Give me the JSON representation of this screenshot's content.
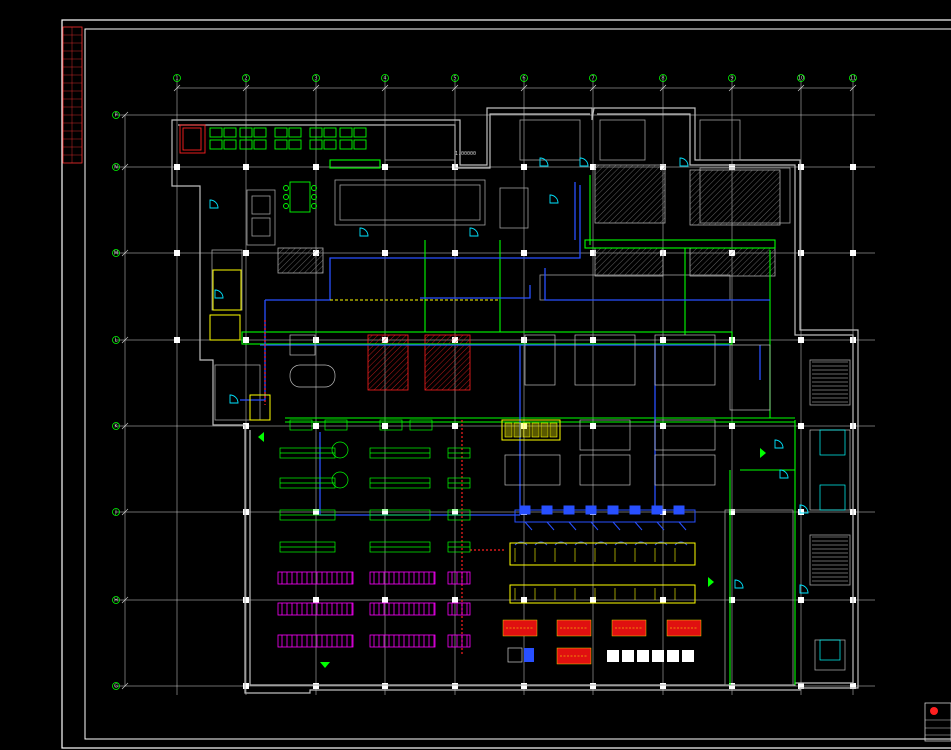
{
  "drawing": {
    "elevation_label": "1.00000",
    "axis_letters": [
      "P",
      "N",
      "M",
      "L",
      "K",
      "J",
      "H",
      "G"
    ],
    "axis_numbers": [
      "1",
      "2",
      "3",
      "4",
      "5",
      "6",
      "7",
      "8",
      "9",
      "10",
      "11"
    ]
  },
  "colors": {
    "background": "#000000",
    "frame": "#ffffff",
    "grid": "#d8d8d8",
    "green": "#00ff00",
    "blue": "#1e46ff",
    "red": "#ff0000",
    "yellow": "#ffff00",
    "magenta": "#ff00ff",
    "cyan": "#00ffff",
    "wall": "#bdbdbd"
  },
  "icons": [
    "axis-bubble-icon",
    "column-marker-icon",
    "flow-arrow-icon",
    "title-block-icon"
  ]
}
